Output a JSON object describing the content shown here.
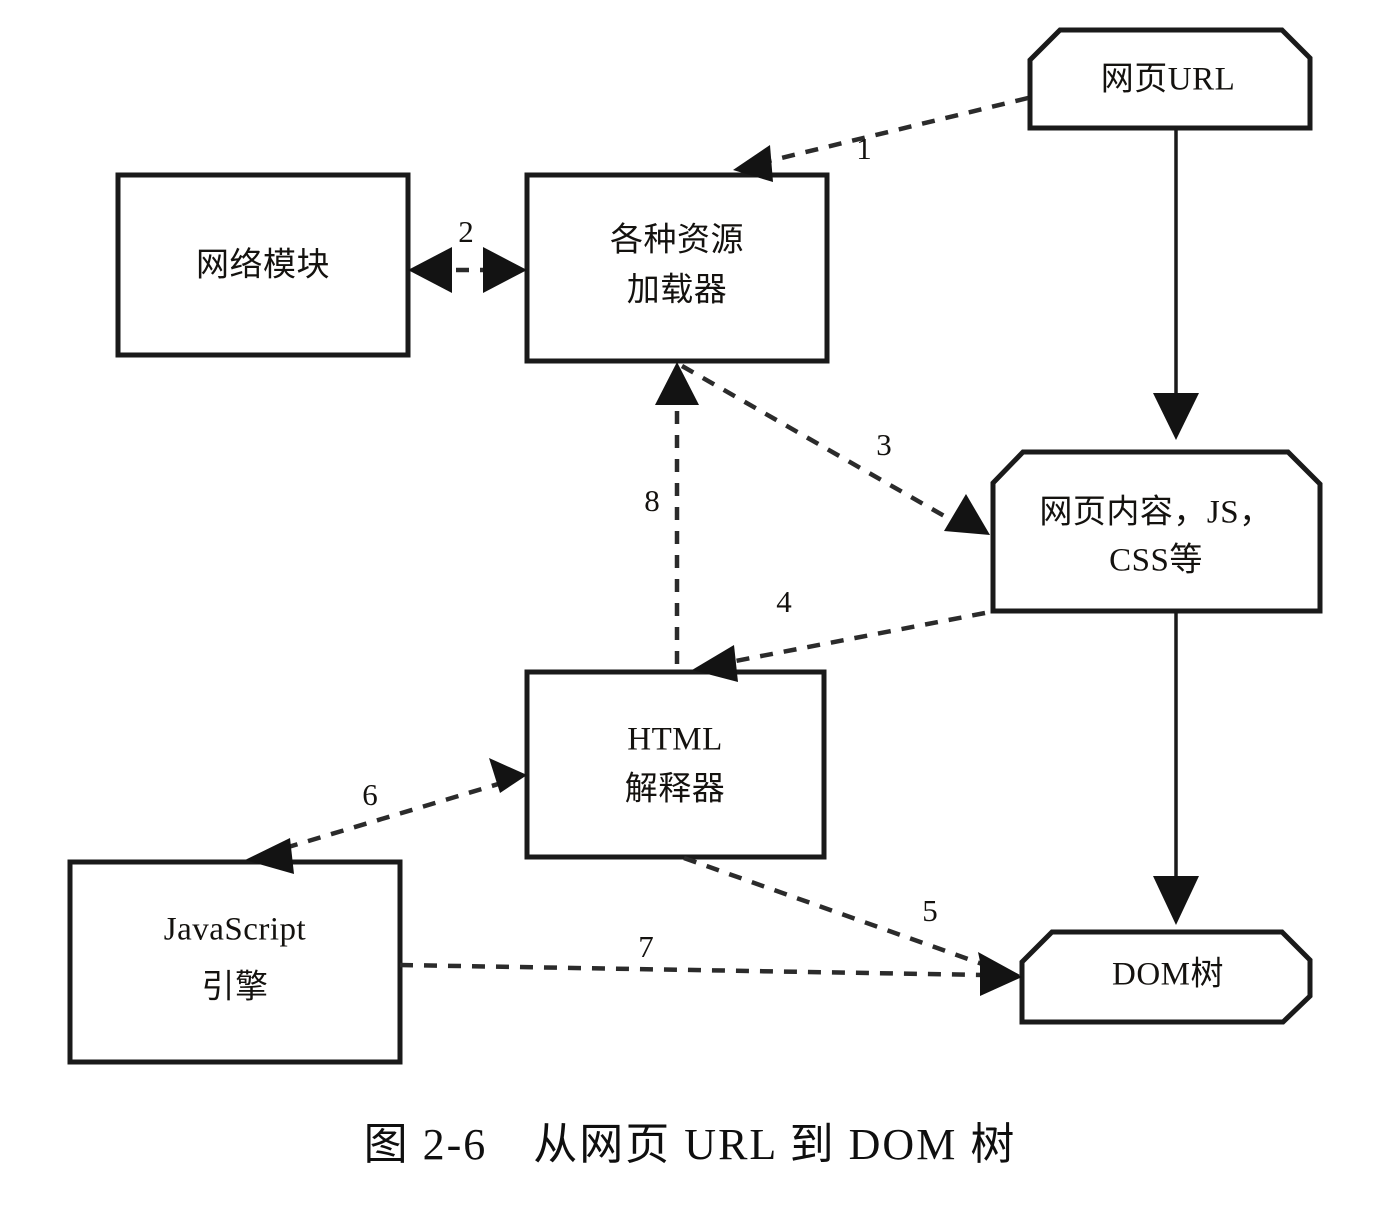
{
  "figure": {
    "caption": "图 2-6　从网页 URL 到 DOM 树",
    "background_color": "#ffffff",
    "line_color": "#1a1a1a"
  },
  "nodes": {
    "web_url": {
      "label": "网页URL",
      "shape": "cut-corner-box"
    },
    "network_module": {
      "label": "网络模块",
      "shape": "rectangle"
    },
    "resource_loader": {
      "line1": "各种资源",
      "line2": "加载器",
      "shape": "rectangle"
    },
    "page_content": {
      "line1": "网页内容，JS，",
      "line2": "CSS等",
      "shape": "cut-corner-box"
    },
    "html_parser": {
      "line1": "HTML",
      "line2": "解释器",
      "shape": "rectangle"
    },
    "javascript_engine": {
      "line1": "JavaScript",
      "line2": "引擎",
      "shape": "rectangle"
    },
    "dom_tree": {
      "label": "DOM树",
      "shape": "cut-corner-box"
    }
  },
  "edges": [
    {
      "id": "e1",
      "label": "1",
      "from": "web_url",
      "to": "resource_loader",
      "style": "dashed",
      "direction": "one-way"
    },
    {
      "id": "e2",
      "label": "2",
      "from": "network_module",
      "to": "resource_loader",
      "style": "dashed",
      "direction": "two-way"
    },
    {
      "id": "e3",
      "label": "3",
      "from": "resource_loader",
      "to": "page_content",
      "style": "dashed",
      "direction": "one-way"
    },
    {
      "id": "e4",
      "label": "4",
      "from": "page_content",
      "to": "html_parser",
      "style": "dashed",
      "direction": "one-way"
    },
    {
      "id": "e5",
      "label": "5",
      "from": "html_parser",
      "to": "dom_tree",
      "style": "dashed",
      "direction": "one-way"
    },
    {
      "id": "e6",
      "label": "6",
      "from": "html_parser",
      "to": "javascript_engine",
      "style": "dashed",
      "direction": "two-way"
    },
    {
      "id": "e7",
      "label": "7",
      "from": "javascript_engine",
      "to": "dom_tree",
      "style": "dashed",
      "direction": "one-way"
    },
    {
      "id": "e8",
      "label": "8",
      "from": "html_parser",
      "to": "resource_loader",
      "style": "dashed",
      "direction": "one-way"
    },
    {
      "id": "e9",
      "label": "",
      "from": "web_url",
      "to": "page_content",
      "style": "solid",
      "direction": "one-way"
    },
    {
      "id": "e10",
      "label": "",
      "from": "page_content",
      "to": "dom_tree",
      "style": "solid",
      "direction": "one-way"
    }
  ]
}
